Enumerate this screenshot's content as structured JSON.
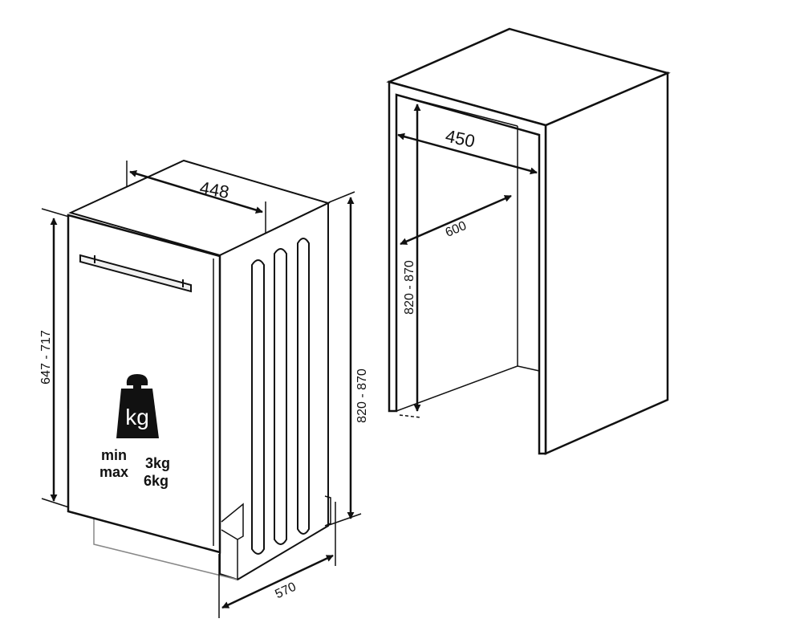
{
  "appliance": {
    "dimensions": {
      "width": "448",
      "depth": "570",
      "height": "820 - 870",
      "door_height": "647 - 717"
    },
    "weight_icon": "kg",
    "door_weight": {
      "min_label": "min",
      "max_label": "max",
      "min_value": "3kg",
      "max_value": "6kg"
    }
  },
  "niche": {
    "dimensions": {
      "width": "450",
      "depth": "600",
      "height": "820 - 870"
    }
  }
}
